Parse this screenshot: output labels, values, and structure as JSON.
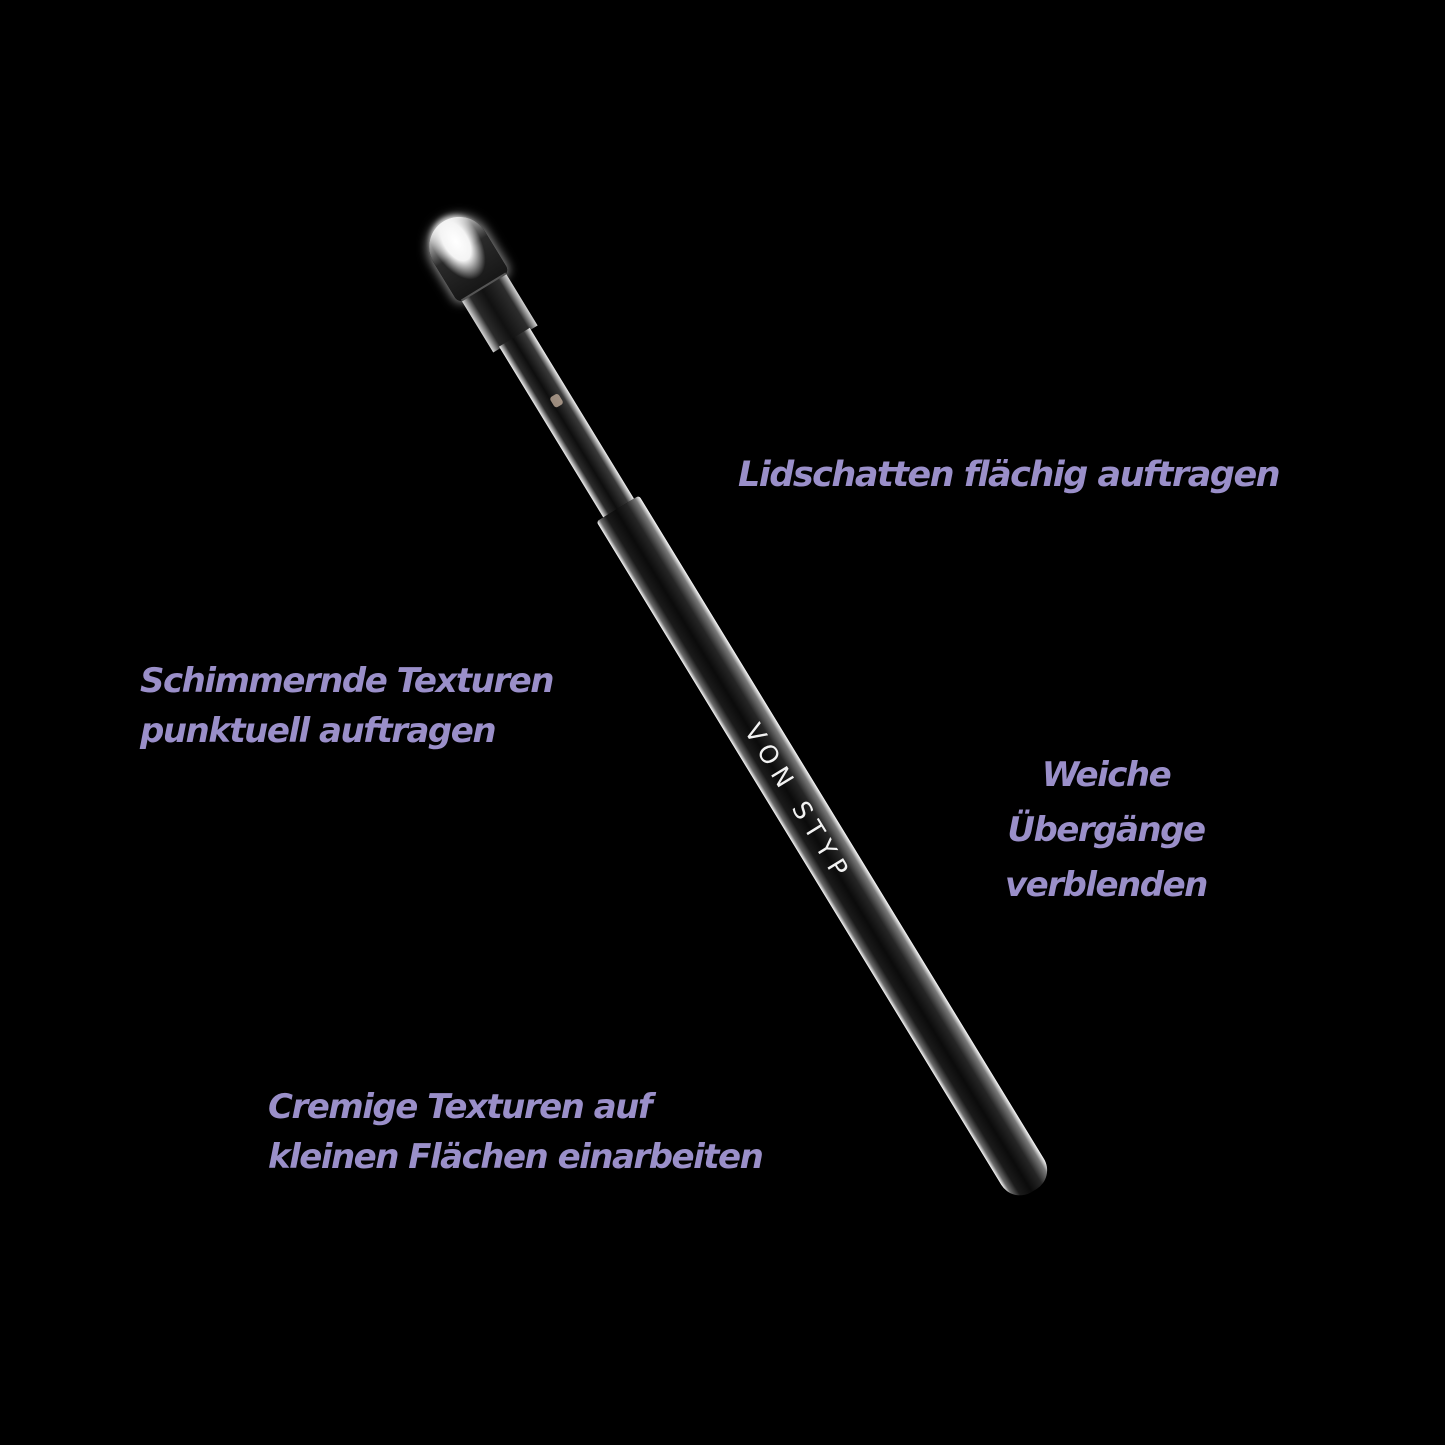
{
  "background_color": "#000000",
  "accent_color": "#9a8fc9",
  "product": {
    "type": "eyeshadow brush",
    "brand_imprint": "VON STYP",
    "handle_color": "#111111",
    "bristle_tip_color": "#ffffff"
  },
  "labels": {
    "top": {
      "lines": [
        "Lidschatten flächig auftragen"
      ]
    },
    "left": {
      "lines": [
        "Schimmernde Texturen",
        "punktuell auftragen"
      ]
    },
    "right": {
      "lines": [
        "Weiche",
        "Übergänge",
        "verblenden"
      ]
    },
    "bottom": {
      "lines": [
        "Cremige Texturen auf",
        "kleinen Flächen einarbeiten"
      ]
    }
  }
}
